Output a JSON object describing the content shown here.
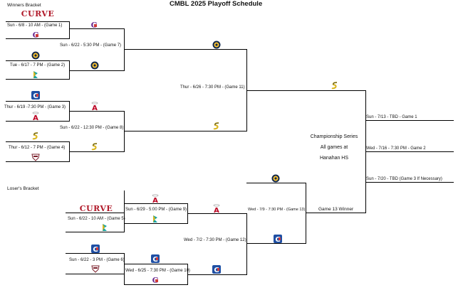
{
  "title": "CMBL 2025 Playoff Schedule",
  "winners_label": "Winners Bracket",
  "losers_label": "Loser's Bracket",
  "curve_text": "CURVE",
  "championship": {
    "line1": "Championship Series",
    "line2": "All games at",
    "line3": "Hanahan HS",
    "game13_winner": "Game 13 Winner"
  },
  "games": {
    "g1": "Sun - 6/8 - 10 AM - (Game 1)",
    "g2": "Tue - 6/17 - 7 PM - (Game 2)",
    "g3": "Thur - 6/19 -7:30 PM - (Game 3)",
    "g4": "Thur - 6/12 - 7 PM - (Game 4)",
    "g7": "Sun - 6/22 - 5:30 PM - (Game 7)",
    "g8": "Sun - 6/22 - 12:30 PM - (Game 8)",
    "g11": "Thur - 6/26 - 7:30 PM - (Game 11)",
    "g5": "Sun - 6/22 - 10 AM - (Game 5)",
    "g6": "Sun - 6/22 - 3 PM - (Game 6)",
    "g9": "Sun - 6/29 - 5:00 PM - (Game 9)",
    "g10": "Wed - 6/25 - 7:30 PM - (Game 10)",
    "g12": "Wed - 7/2 - 7:30 PM - (Game 12)",
    "g13": "Wed - 7/9 - 7:30 PM - (Game 13)",
    "c1": "Sun - 7/13 - TBD - Game 1",
    "c2": "Wed - 7/16 - 7:30 PM - Game 2",
    "c3": "Sun - 7/20 - TBD  (Game 3 If Necessary)"
  },
  "colors": {
    "curve_red": "#b11a2a",
    "brewers_navy": "#12284b",
    "brewers_gold": "#ffc52f",
    "angels_red": "#ba0021",
    "blue_team": "#1f4fa3",
    "purple_team": "#6b2c91",
    "teal": "#16a3a3",
    "gold_s": "#d9b51c"
  }
}
